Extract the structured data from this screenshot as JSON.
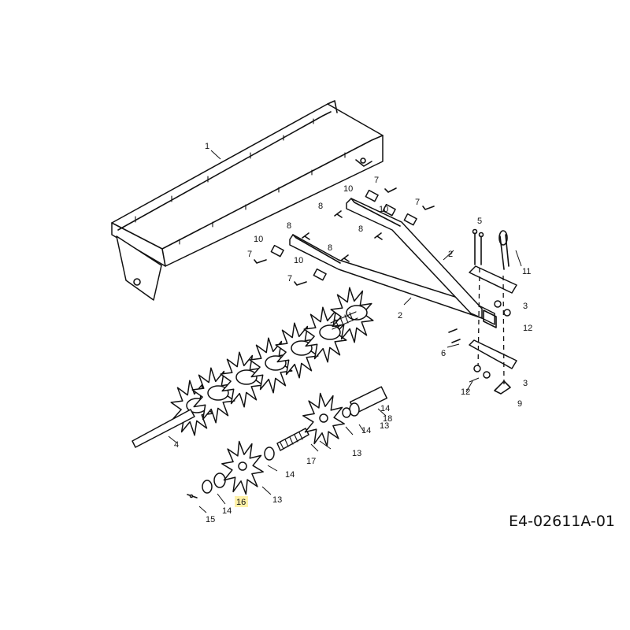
{
  "drawing_code": "E4-02611A-01",
  "highlight": {
    "color": "#fff1a8",
    "label": "16"
  },
  "callouts": [
    "1",
    "2",
    "2",
    "3",
    "3",
    "4",
    "5",
    "6",
    "7",
    "7",
    "7",
    "7",
    "8",
    "8",
    "8",
    "8",
    "9",
    "10",
    "10",
    "10",
    "10",
    "11",
    "12",
    "12",
    "13",
    "13",
    "13",
    "14",
    "14",
    "14",
    "14",
    "15",
    "16",
    "17",
    "18"
  ]
}
